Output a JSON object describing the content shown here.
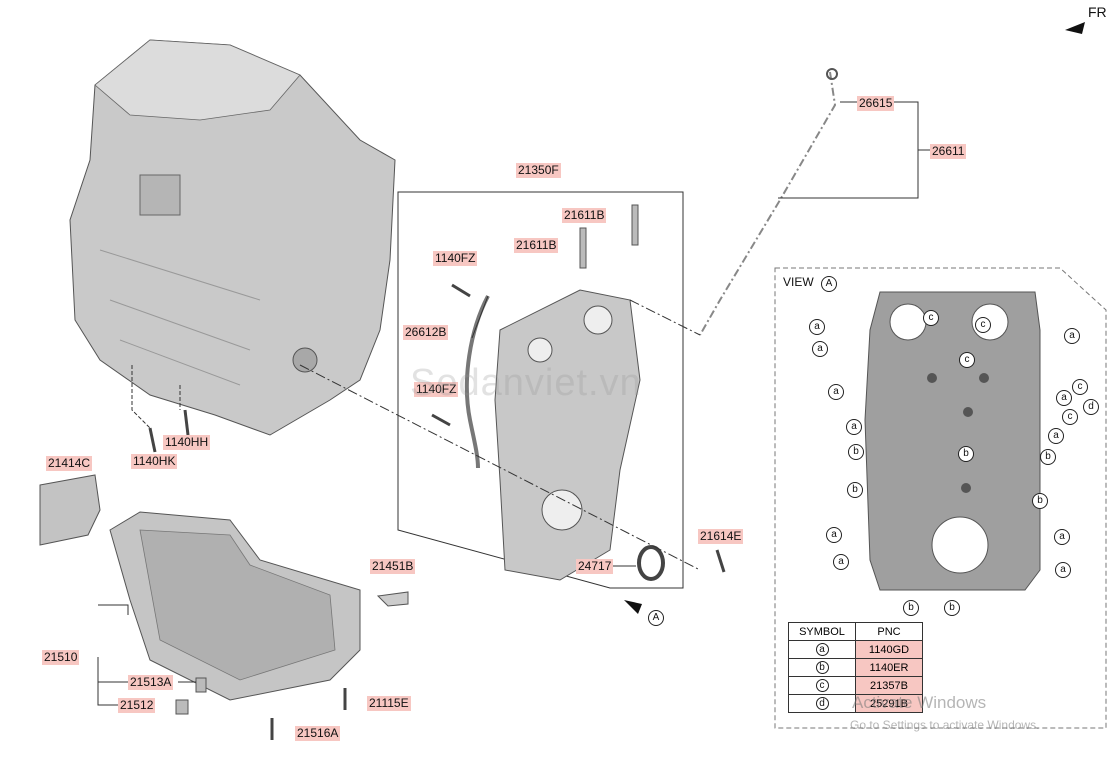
{
  "labels": {
    "p26615": "26615",
    "p26611": "26611",
    "p21350F": "21350F",
    "p21611B_a": "21611B",
    "p21611B_b": "21611B",
    "p1140FZ_a": "1140FZ",
    "p26612B": "26612B",
    "p1140FZ_b": "1140FZ",
    "p1140HH": "1140HH",
    "p1140HK": "1140HK",
    "p21414C": "21414C",
    "p21614E": "21614E",
    "p24717": "24717",
    "p21451B": "21451B",
    "p21510": "21510",
    "p21513A": "21513A",
    "p21512": "21512",
    "p21115E": "21115E",
    "p21516A": "21516A"
  },
  "view": {
    "title": "VIEW",
    "letter": "A"
  },
  "arrow_letter": "A",
  "fr": "FR",
  "table": {
    "header_symbol": "SYMBOL",
    "header_pnc": "PNC",
    "rows": [
      {
        "symbol": "a",
        "pnc": "1140GD"
      },
      {
        "symbol": "b",
        "pnc": "1140ER"
      },
      {
        "symbol": "c",
        "pnc": "21357B"
      },
      {
        "symbol": "d",
        "pnc": "25291B"
      }
    ]
  },
  "watermark": "Sedanviet.vn",
  "activate": {
    "line1": "Activate Windows",
    "line2": "Go to Settings to activate Windows."
  }
}
